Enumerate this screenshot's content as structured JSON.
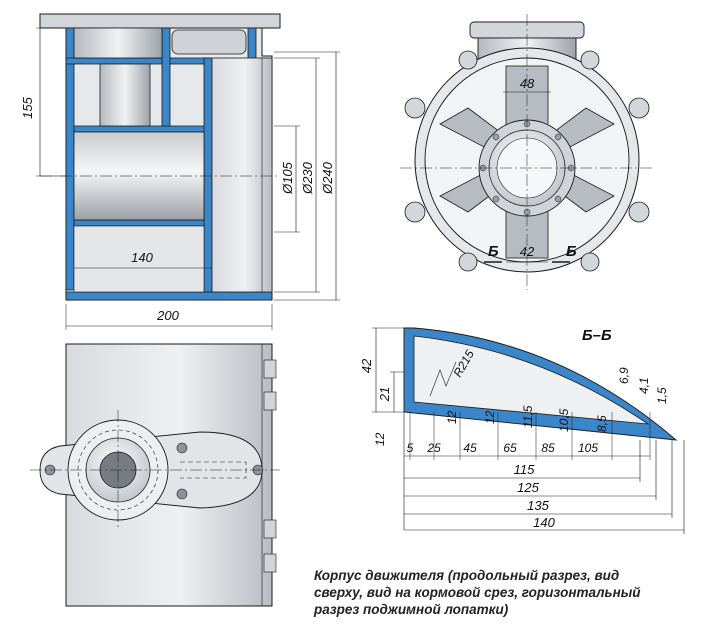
{
  "caption": {
    "line1": "Корпус движителя (продольный разрез, вид",
    "line2": "сверху, вид на кормовой срез, горизонтальный",
    "line3": "разрез поджимной лопатки)"
  },
  "section_title": "Б–Б",
  "section_marks": {
    "left": "Б",
    "right": "Б"
  },
  "side_view": {
    "dim_height": "155",
    "dim_d105": "Ø105",
    "dim_d230": "Ø230",
    "dim_d240": "Ø240",
    "dim_140": "140",
    "dim_200": "200"
  },
  "rear_view": {
    "dim_48": "48",
    "dim_42": "42"
  },
  "blade_section": {
    "height_42": "42",
    "height_21": "21",
    "radius": "R215",
    "offset_12": "12",
    "thickness_labels": [
      "12",
      "12",
      "11,5",
      "10,5",
      "8,5",
      "6,9",
      "4,1",
      "1,5"
    ],
    "station_labels": [
      "5",
      "25",
      "45",
      "65",
      "85",
      "105"
    ],
    "length_labels": [
      "115",
      "125",
      "135",
      "140"
    ]
  },
  "colors": {
    "wall_blue": "#3a86c8",
    "metal_light": "#e2e4e7",
    "metal_mid": "#bfc3c8",
    "metal_dark": "#8c9197",
    "line": "#1a1a1a"
  }
}
